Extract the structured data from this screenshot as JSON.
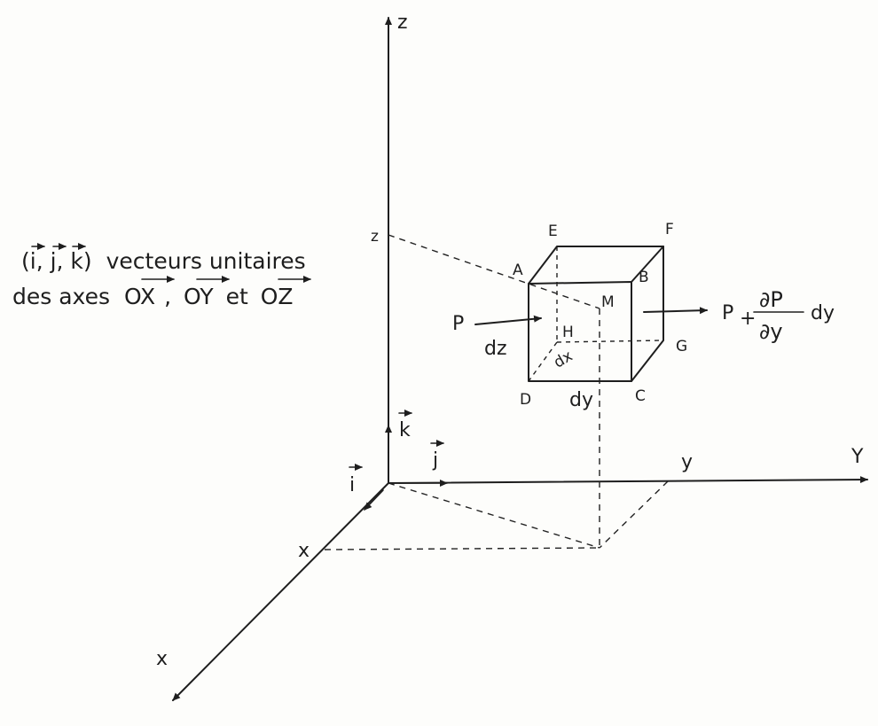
{
  "axes": {
    "z_axis_label": "z",
    "y_axis_label": "Y",
    "x_axis_label": "x"
  },
  "coordinates": {
    "z_coord": "z",
    "y_coord": "y",
    "x_coord": "x"
  },
  "unit_vectors": {
    "i_label": "i",
    "j_label": "j",
    "k_label": "k"
  },
  "note": {
    "line1_vectors": "(i, j, k)",
    "line1_text": "vecteurs unitaires",
    "line2_prefix": "des axes",
    "ox": "OX",
    "separator": ",",
    "oy": "OY",
    "et": "et",
    "oz": "OZ"
  },
  "cube_vertices": {
    "A": "A",
    "B": "B",
    "C": "C",
    "D": "D",
    "E": "E",
    "F": "F",
    "G": "G",
    "H": "H",
    "M": "M"
  },
  "dimensions": {
    "dz": "dz",
    "dy": "dy",
    "dx": "dx"
  },
  "pressure": {
    "left_label": "P",
    "right_P": "P",
    "plus": "+",
    "frac_num": "∂P",
    "frac_den": "∂y",
    "dy": "dy"
  }
}
